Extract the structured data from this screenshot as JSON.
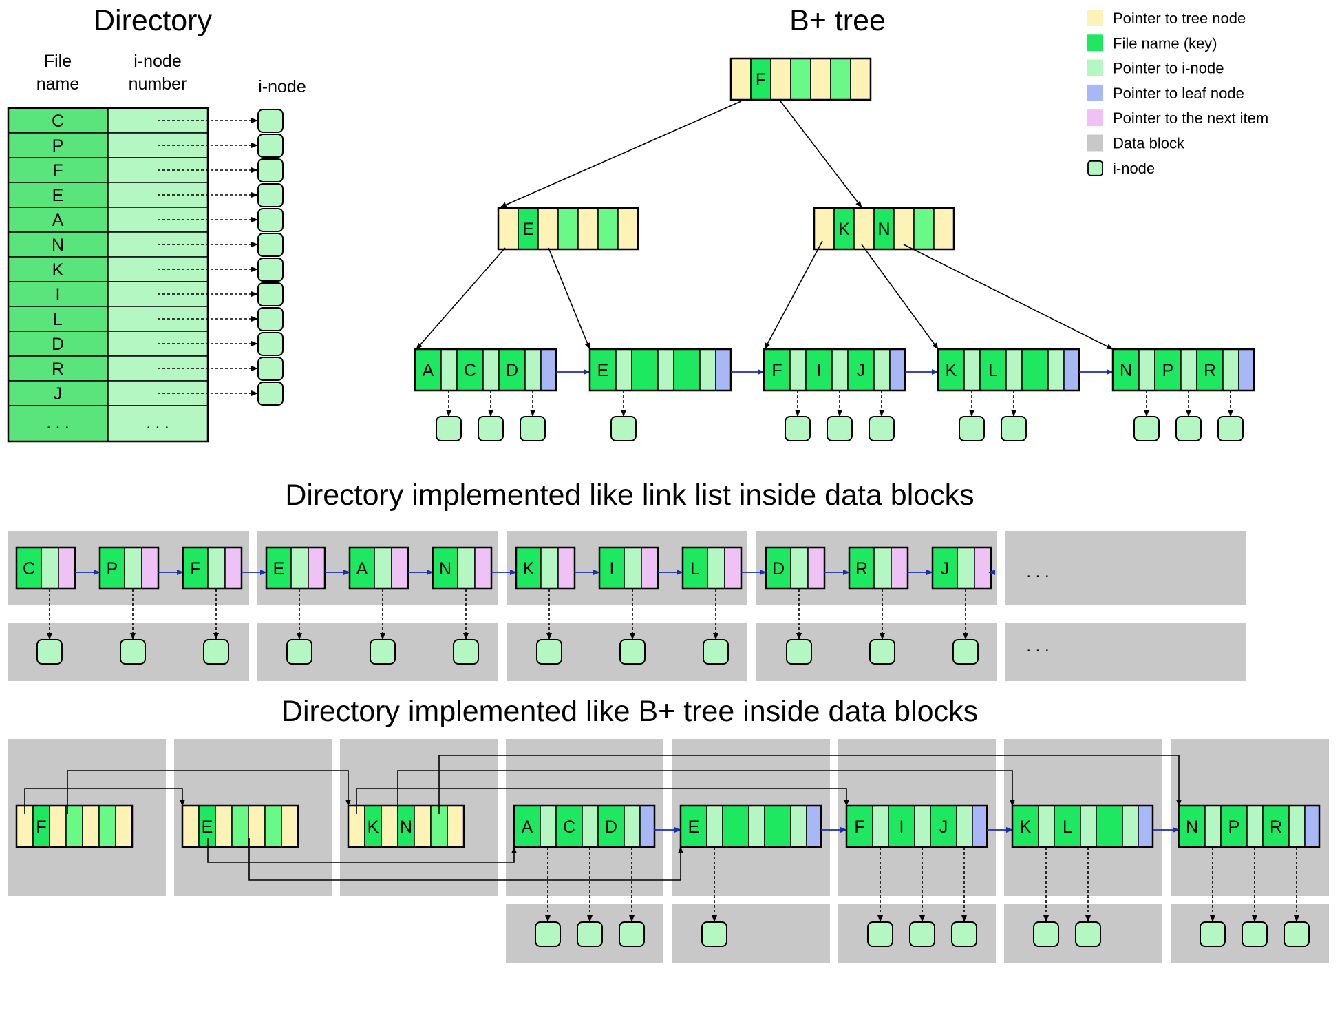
{
  "titles": {
    "directory": "Directory",
    "bplus": "B+ tree",
    "linklist": "Directory implemented like link list inside data blocks",
    "bplus_blocks": "Directory implemented like B+ tree inside data blocks"
  },
  "directory": {
    "col_filename": [
      "File",
      "name"
    ],
    "col_inode": [
      "i-node",
      "number"
    ],
    "col_inode_target": "i-node",
    "entries": [
      "C",
      "P",
      "F",
      "E",
      "A",
      "N",
      "K",
      "I",
      "L",
      "D",
      "R",
      "J"
    ],
    "ellipsis": ". . ."
  },
  "legend": [
    {
      "label": "Pointer to tree node",
      "color": "#fdf3b7"
    },
    {
      "label": "File name (key)",
      "color": "#1ee860"
    },
    {
      "label": "Pointer to i-node",
      "color": "#b4f7c2"
    },
    {
      "label": "Pointer to leaf node",
      "color": "#a8b7f5"
    },
    {
      "label": "Pointer to the next item",
      "color": "#eec2f5"
    },
    {
      "label": "Data block",
      "color": "#c8c8c8"
    },
    {
      "label": "i-node",
      "color": "#b4f7c2"
    }
  ],
  "tree": {
    "root": [
      "F"
    ],
    "internal": [
      [
        "E"
      ],
      [
        "K",
        "N"
      ]
    ],
    "leaves": [
      [
        "A",
        "C",
        "D"
      ],
      [
        "E"
      ],
      [
        "F",
        "I",
        "J"
      ],
      [
        "K",
        "L"
      ],
      [
        "N",
        "P",
        "R"
      ]
    ]
  },
  "linklist": {
    "items": [
      "C",
      "P",
      "F",
      "E",
      "A",
      "N",
      "K",
      "I",
      "L",
      "D",
      "R",
      "J"
    ],
    "ellipsis": ". . ."
  },
  "colors": {
    "tree_pointer": "#fdf3b7",
    "key": "#1ee860",
    "key_dark": "#68f987",
    "inode_pointer": "#b4f7c2",
    "leaf_pointer": "#a8b7f5",
    "next_pointer": "#eec2f5",
    "data_block": "#c8c8c8",
    "directory_name": "#5ae57c",
    "directory_inode": "#b4f7c2",
    "link_arrow": "#1a2fb0"
  }
}
